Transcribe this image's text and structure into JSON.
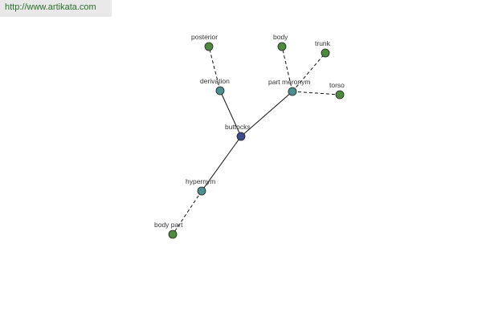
{
  "header": {
    "url": "http://www.artikata.com"
  },
  "graph": {
    "center": {
      "label": "buttocks",
      "color": "#3d4a8c"
    },
    "relation_color": "#4a9090",
    "leaf_color": "#4e8a3e",
    "relations": [
      {
        "id": "derivation",
        "label": "derivation",
        "leaves": [
          {
            "id": "posterior",
            "label": "posterior"
          }
        ]
      },
      {
        "id": "part-meronym",
        "label": "part meronym",
        "leaves": [
          {
            "id": "body",
            "label": "body"
          },
          {
            "id": "trunk",
            "label": "trunk"
          },
          {
            "id": "torso",
            "label": "torso"
          }
        ]
      },
      {
        "id": "hypernym",
        "label": "hypernym",
        "leaves": [
          {
            "id": "body-part",
            "label": "body part"
          }
        ]
      }
    ]
  }
}
